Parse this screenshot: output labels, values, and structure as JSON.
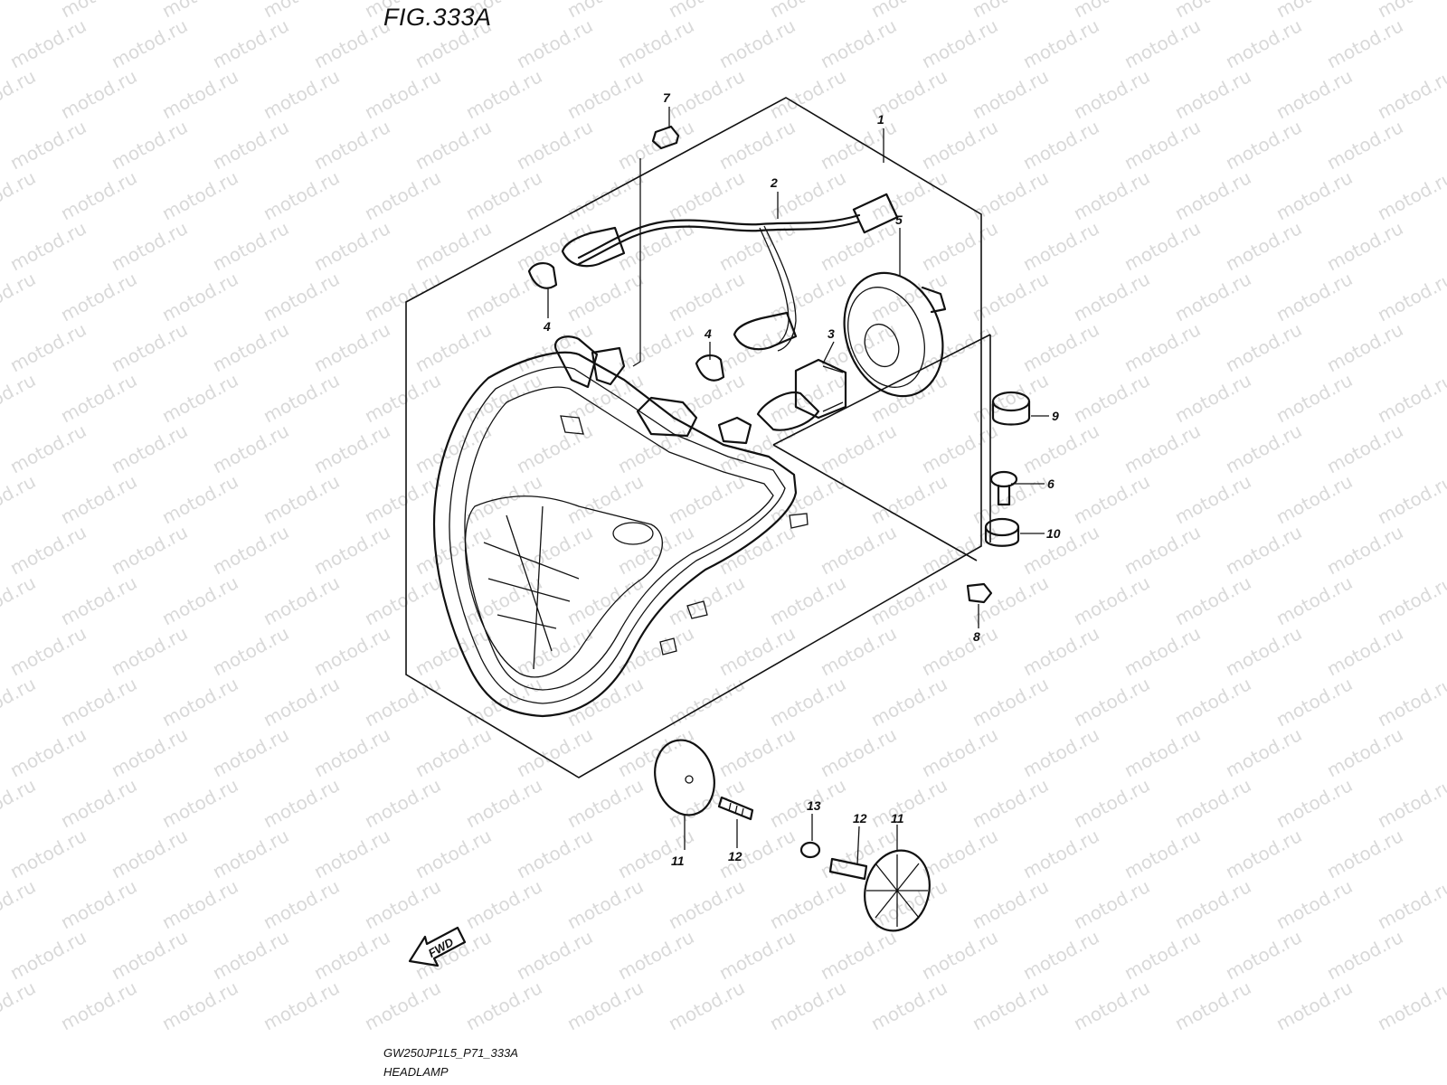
{
  "figure": {
    "title": "FIG.333A",
    "code": "GW250JP1L5_P71_333A",
    "name": "HEADLAMP"
  },
  "watermark": {
    "text": "motod.ru",
    "color": "#d9d9d9"
  },
  "direction_indicator": {
    "label": "FWD"
  },
  "callouts": [
    "1",
    "2",
    "3",
    "4",
    "4",
    "5",
    "6",
    "7",
    "8",
    "9",
    "10",
    "11",
    "11",
    "12",
    "12",
    "13"
  ]
}
